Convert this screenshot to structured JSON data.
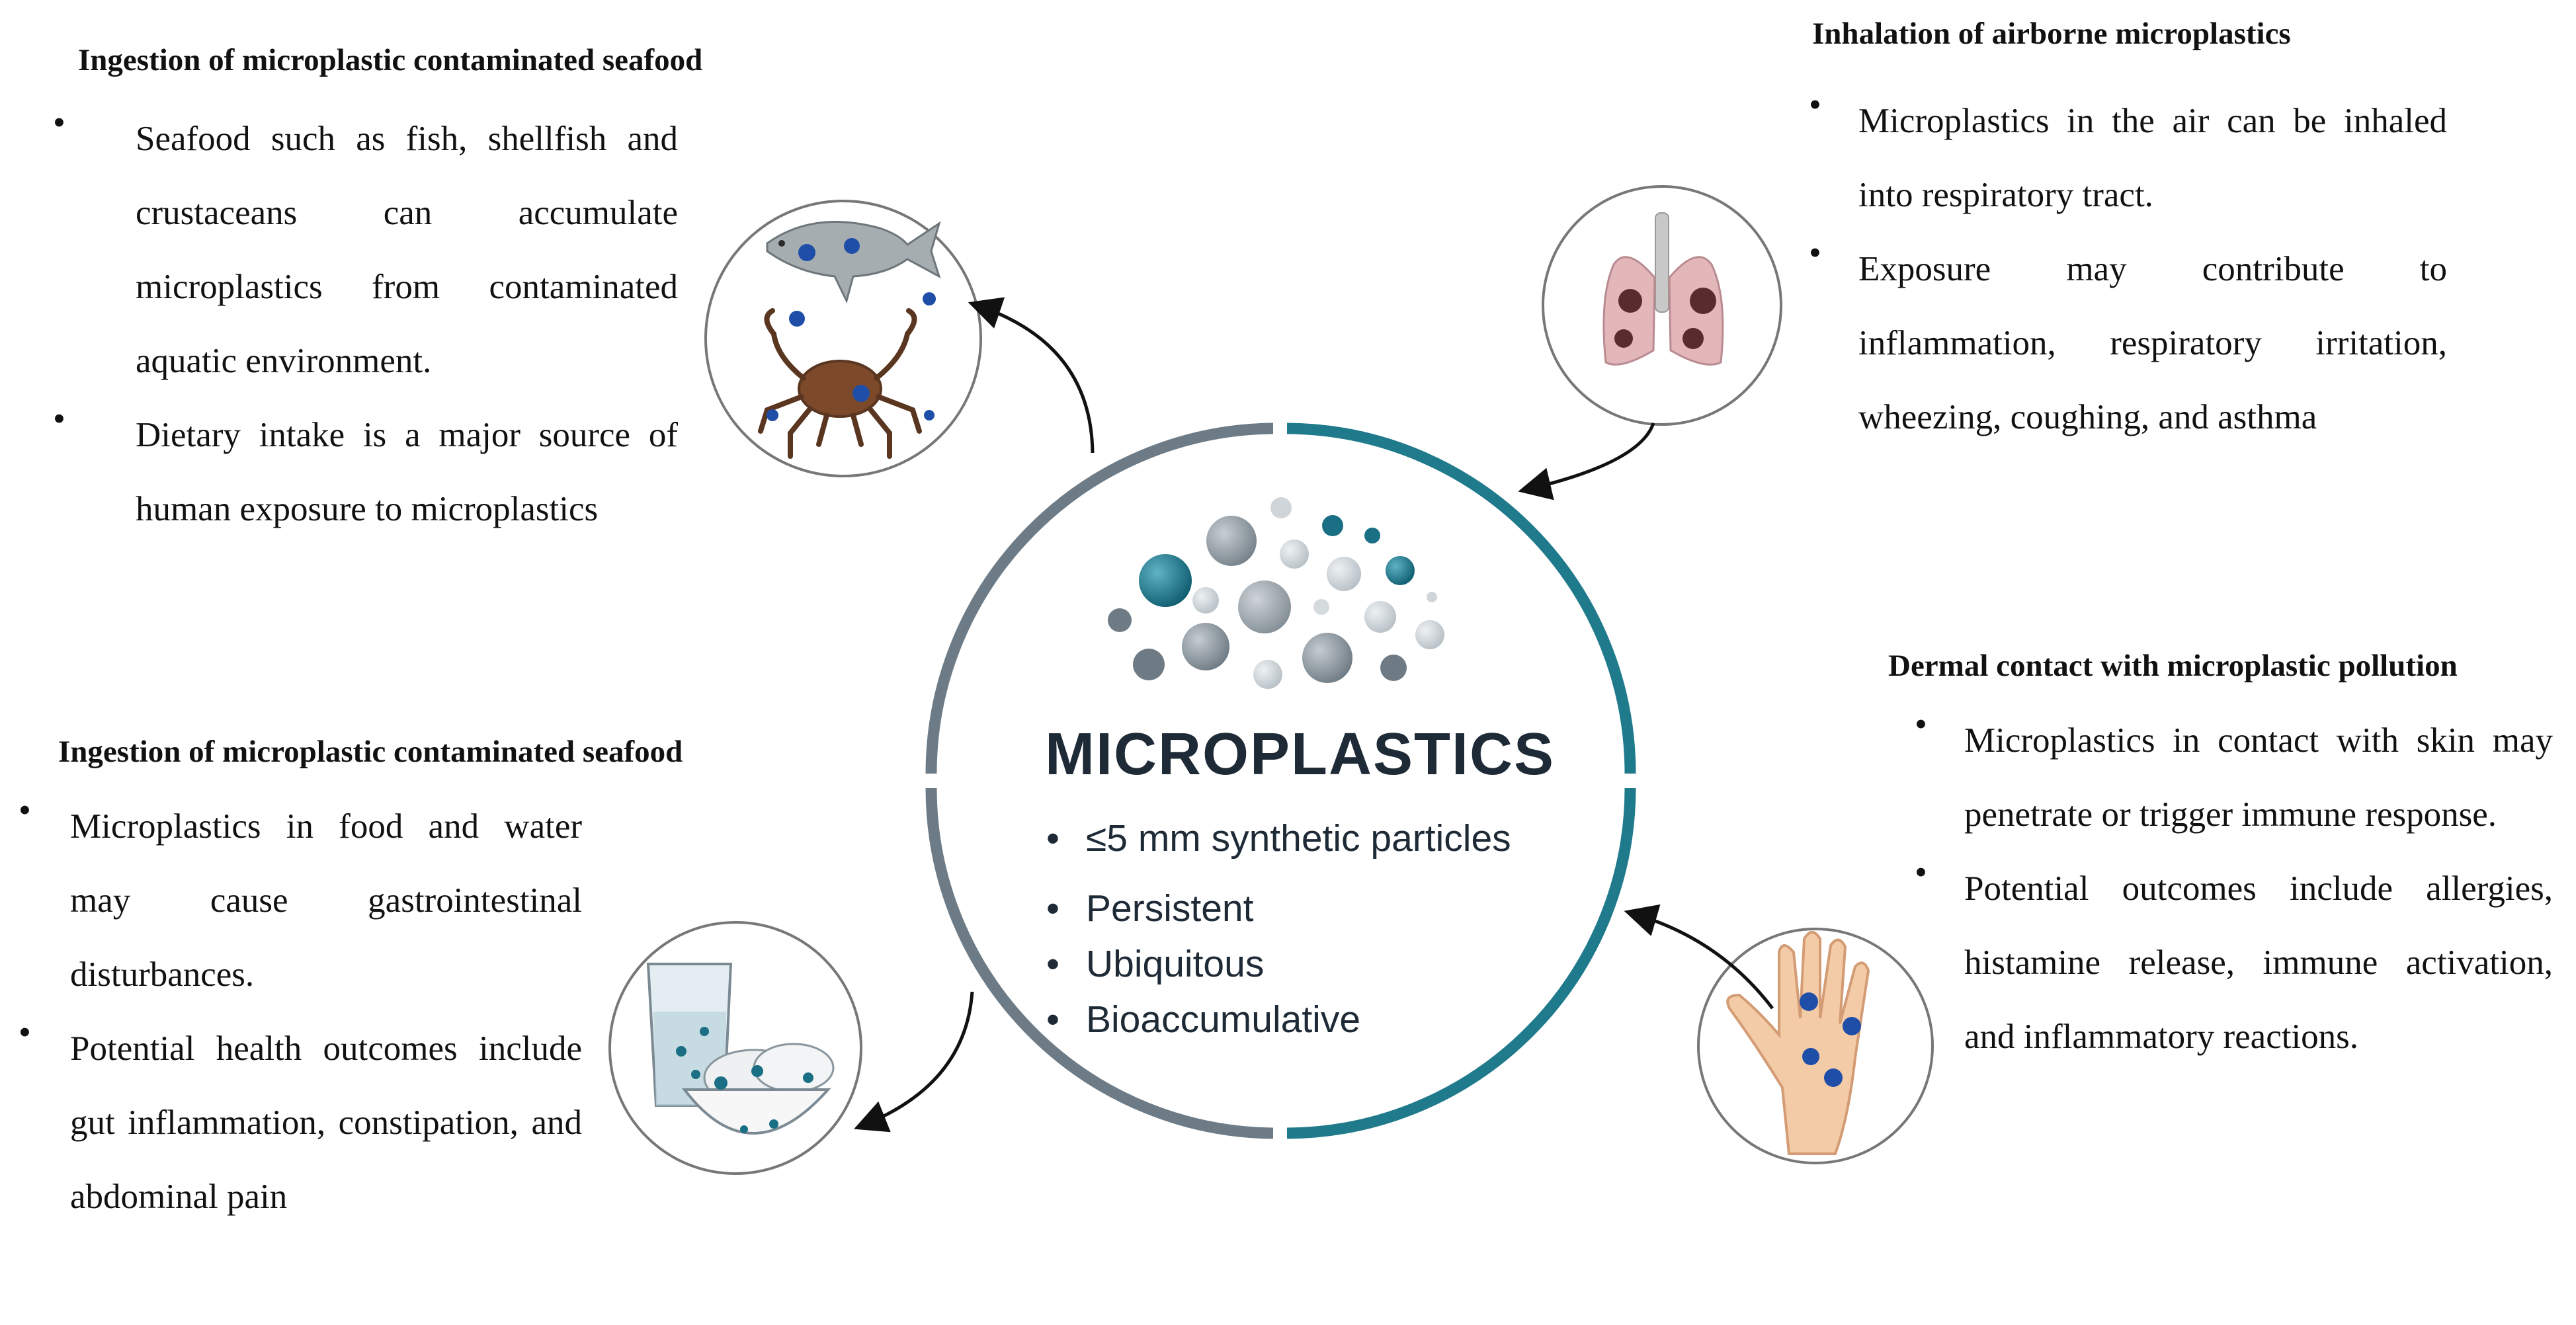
{
  "center": {
    "title": "MICROPLASTICS",
    "bullets": [
      "≤5 mm synthetic particles",
      "Persistent",
      "Ubiquitous",
      "Bioaccumulative"
    ]
  },
  "sections": {
    "top_left": {
      "heading": "Ingestion of microplastic contaminated seafood",
      "bullets": [
        "Seafood such as fish, shellfish and crustaceans can accumulate microplastics from contaminated aquatic environment.",
        "Dietary intake is a major source of human exposure to microplastics"
      ]
    },
    "top_right": {
      "heading": "Inhalation of airborne microplastics",
      "bullets": [
        "Microplastics in the air can be inhaled into respiratory tract.",
        "Exposure may contribute to inflammation, respiratory irritation, wheezing, coughing, and asthma"
      ]
    },
    "bottom_left": {
      "heading": "Ingestion of microplastic contaminated seafood",
      "bullets": [
        "Microplastics in food and water may cause gastrointestinal disturbances.",
        "Potential health outcomes include gut inflammation, constipation, and abdominal pain"
      ]
    },
    "bottom_right": {
      "heading": "Dermal contact with microplastic pollution",
      "bullets": [
        "Microplastics in contact with skin may penetrate or trigger immune response.",
        "Potential outcomes include allergies, histamine release, immune activation, and inflammatory reactions."
      ]
    }
  },
  "bullet_glyph": "•",
  "colors": {
    "ring_gray": "#6c7b86",
    "ring_teal": "#1f7a8c",
    "particle_teal": "#1a6f84",
    "particle_gray": "#8a969e",
    "particle_blue": "#1f4ea8",
    "arrow": "#111111"
  },
  "icons": [
    "fish-icon",
    "crab-icon",
    "lungs-icon",
    "water-glass-icon",
    "food-bowl-icon",
    "hand-icon"
  ]
}
